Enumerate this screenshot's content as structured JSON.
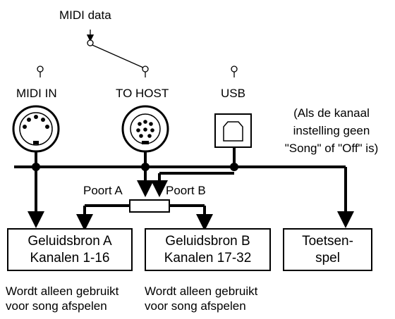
{
  "labels": {
    "midi_data": "MIDI data",
    "midi_in": "MIDI IN",
    "to_host": "TO HOST",
    "usb": "USB",
    "port_a": "Poort A",
    "port_b": "Poort B"
  },
  "condition_note": {
    "line1": "(Als de kanaal",
    "line2": "instelling geen",
    "line3": "\"Song\" of \"Off\" is)"
  },
  "boxes": {
    "source_a": {
      "line1": "Geluidsbron A",
      "line2": "Kanalen 1-16"
    },
    "source_b": {
      "line1": "Geluidsbron B",
      "line2": "Kanalen 17-32"
    },
    "keyboard": {
      "line1": "Toetsen-",
      "line2": "spel"
    }
  },
  "notes": {
    "a": {
      "line1": "Wordt alleen gebruikt",
      "line2": "voor song afspelen"
    },
    "b": {
      "line1": "Wordt alleen gebruikt",
      "line2": "voor song afspelen"
    }
  }
}
